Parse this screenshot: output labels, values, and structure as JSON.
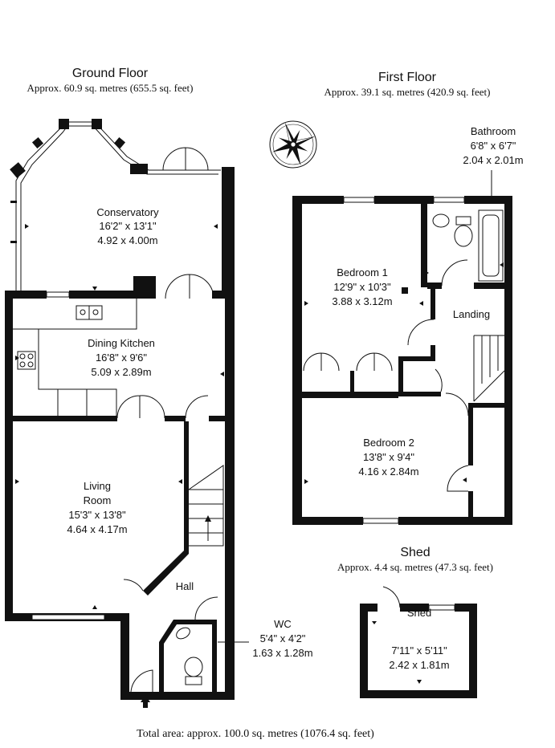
{
  "floors": {
    "ground": {
      "title": "Ground Floor",
      "area": "Approx. 60.9 sq. metres (655.5 sq. feet)"
    },
    "first": {
      "title": "First Floor",
      "area": "Approx. 39.1 sq. metres (420.9 sq. feet)"
    },
    "shed": {
      "title": "Shed",
      "area": "Approx. 4.4 sq. metres (47.3 sq. feet)"
    }
  },
  "rooms": {
    "conservatory": {
      "name": "Conservatory",
      "imperial": "16'2\" x 13'1\"",
      "metric": "4.92 x 4.00m"
    },
    "dining_kitchen": {
      "name": "Dining Kitchen",
      "imperial": "16'8\" x 9'6\"",
      "metric": "5.09 x 2.89m"
    },
    "living_room": {
      "name1": "Living",
      "name2": "Room",
      "imperial": "15'3\" x 13'8\"",
      "metric": "4.64 x 4.17m"
    },
    "hall": {
      "name": "Hall"
    },
    "wc": {
      "name": "WC",
      "imperial": "5'4\" x 4'2\"",
      "metric": "1.63 x 1.28m"
    },
    "bathroom": {
      "name": "Bathroom",
      "imperial": "6'8\" x 6'7\"",
      "metric": "2.04 x 2.01m"
    },
    "bedroom1": {
      "name": "Bedroom 1",
      "imperial": "12'9\" x 10'3\"",
      "metric": "3.88 x 3.12m"
    },
    "landing": {
      "name": "Landing"
    },
    "bedroom2": {
      "name": "Bedroom 2",
      "imperial": "13'8\" x 9'4\"",
      "metric": "4.16 x 2.84m"
    },
    "shed": {
      "name": "Shed",
      "imperial": "7'11\" x 5'11\"",
      "metric": "2.42 x 1.81m"
    }
  },
  "total_area": "Total area: approx. 100.0 sq. metres (1076.4 sq. feet)",
  "icons": {
    "compass": "compass-rose-icon",
    "entrance": "entrance-arrow-icon"
  }
}
